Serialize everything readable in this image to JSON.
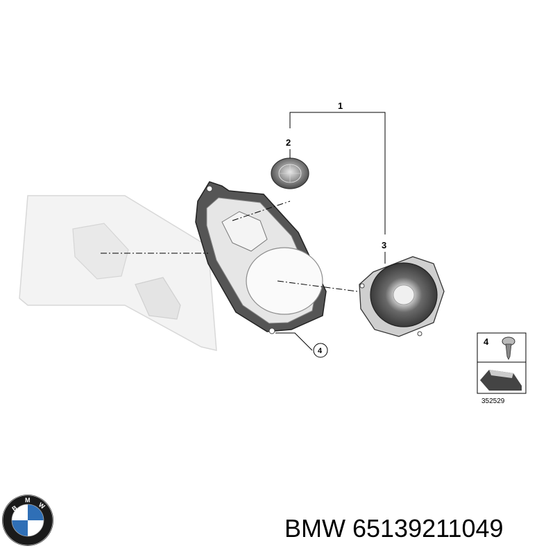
{
  "callouts": {
    "assembly": "1",
    "tweeter": "2",
    "woofer": "3",
    "screw": "4",
    "screw_ref": "4"
  },
  "parts_legend": {
    "item": "4",
    "code": "352529"
  },
  "brand_logo": {
    "letters": "BMW",
    "colors": {
      "blue": "#2f6fb6",
      "ring": "#1a1a1a",
      "white": "#ffffff"
    }
  },
  "caption": {
    "brand": "BMW",
    "part_number": "65139211049"
  }
}
